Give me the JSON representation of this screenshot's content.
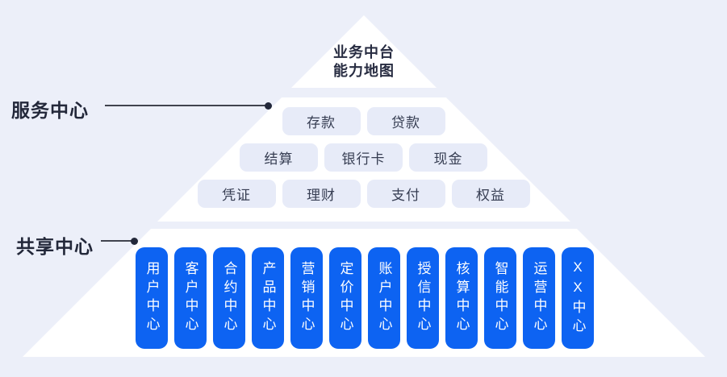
{
  "title": {
    "line1": "业务中台",
    "line2": "能力地图"
  },
  "labels": {
    "service_center": "服务中心",
    "shared_center": "共享中心"
  },
  "service_rows": [
    [
      "存款",
      "贷款"
    ],
    [
      "结算",
      "银行卡",
      "现金"
    ],
    [
      "凭证",
      "理财",
      "支付",
      "权益"
    ]
  ],
  "shared_centers": [
    "用户中心",
    "客户中心",
    "合约中心",
    "产品中心",
    "营销中心",
    "定价中心",
    "账户中心",
    "授信中心",
    "核算中心",
    "智能中心",
    "运营中心",
    "XX中心"
  ],
  "colors": {
    "background": "#ECEFF9",
    "tier_fill": "#FFFFFF",
    "service_pill_fill": "#E7EBF8",
    "shared_pill_fill": "#0D63F2",
    "shared_pill_text": "#FFFFFF",
    "dark_text": "#23283A",
    "connector_line": "#40434E"
  }
}
